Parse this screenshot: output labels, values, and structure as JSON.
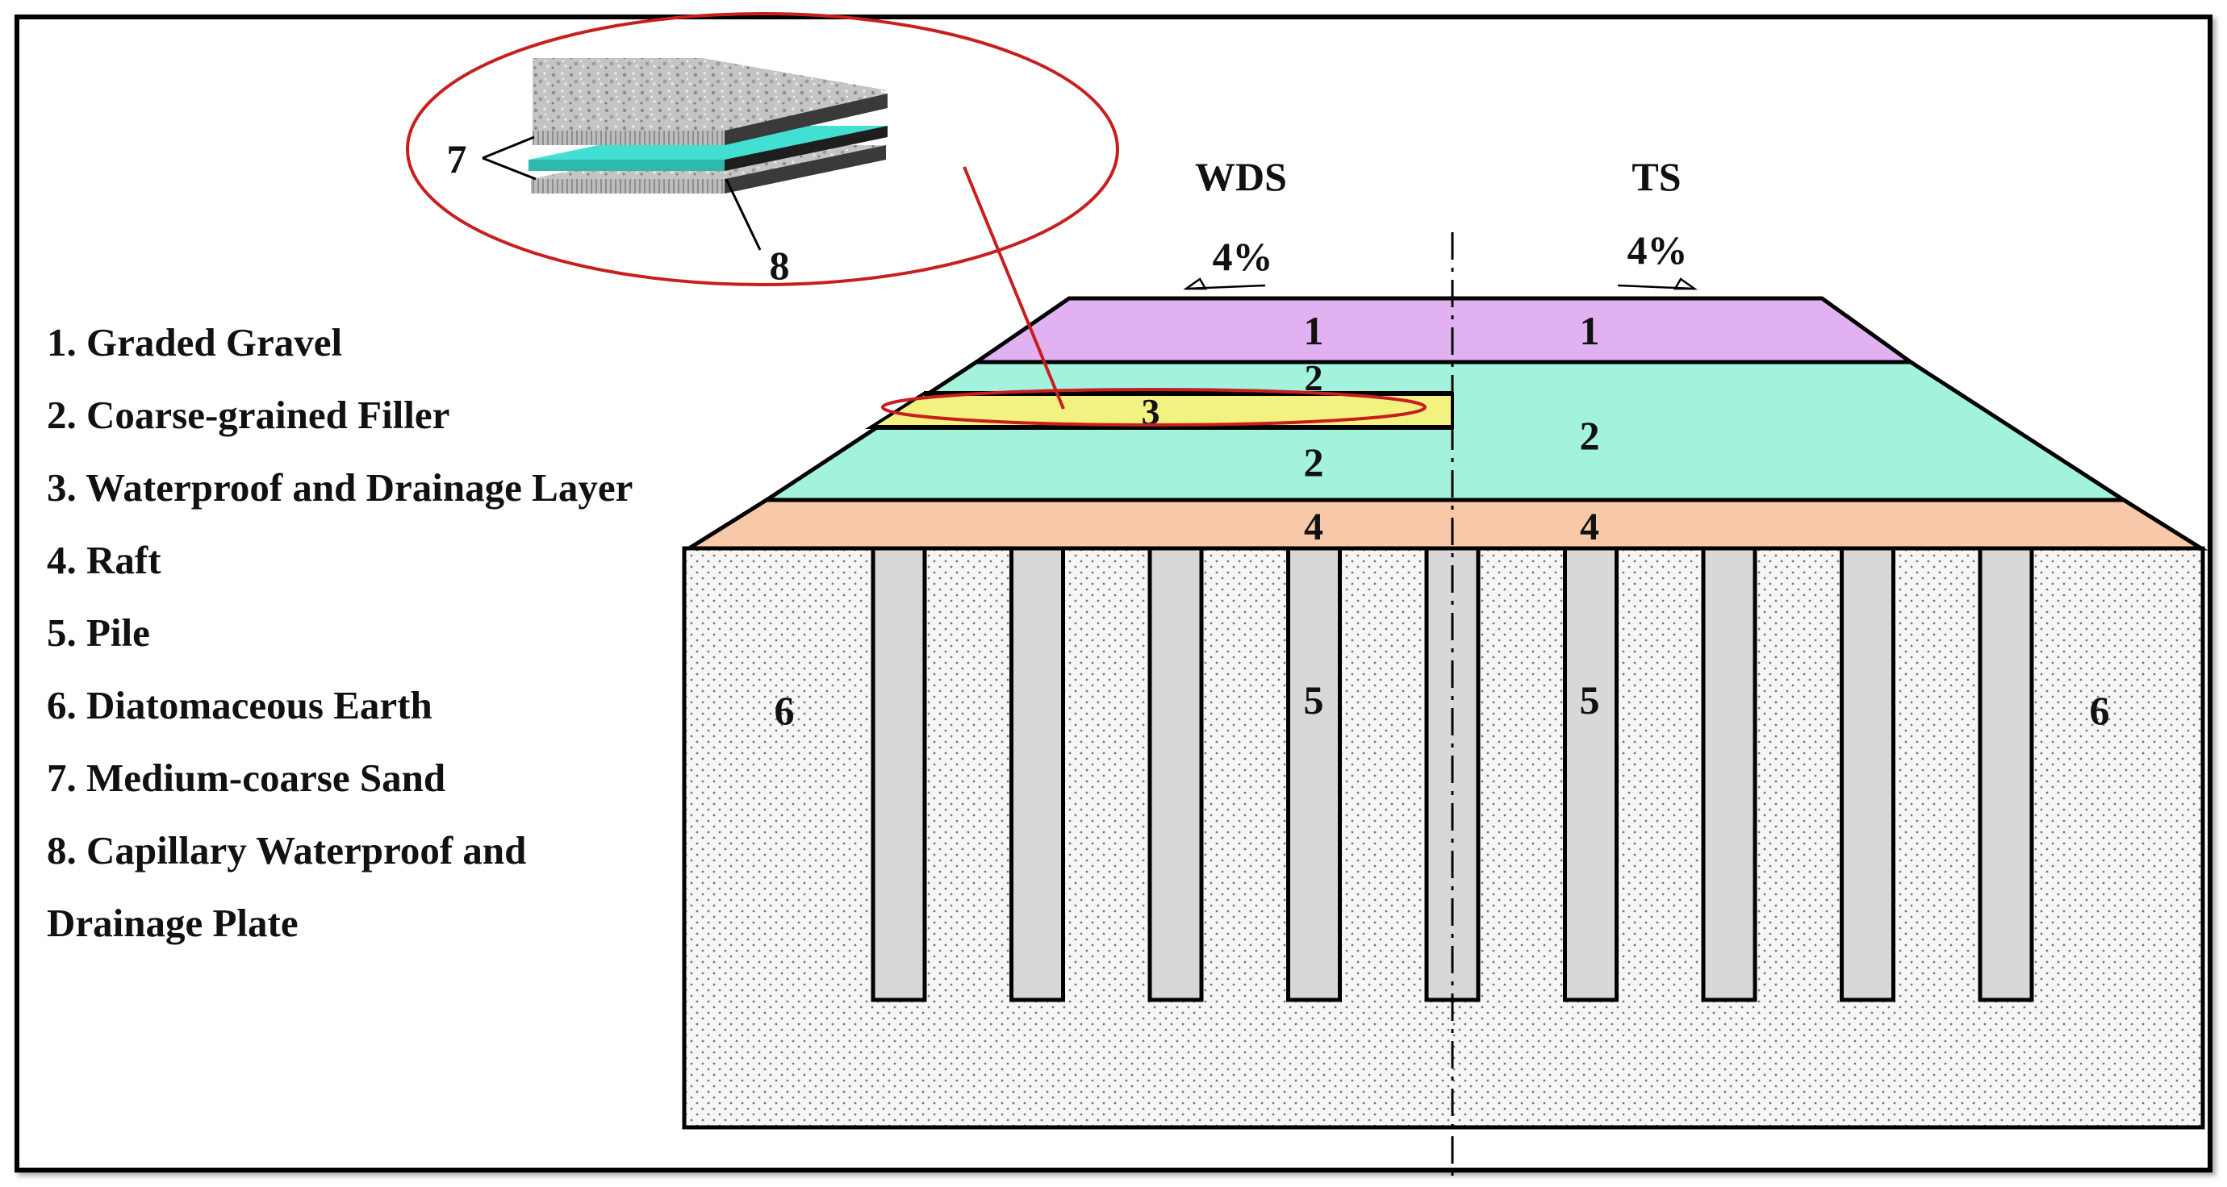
{
  "legend": {
    "items": [
      "1. Graded Gravel",
      "2. Coarse-grained Filler",
      "3. Waterproof  and Drainage Layer",
      "4. Raft",
      "5. Pile",
      "6. Diatomaceous Earth",
      "7. Medium-coarse Sand",
      "8. Capillary Waterproof and",
      "Drainage Plate"
    ]
  },
  "sections": {
    "left": "WDS",
    "right": "TS"
  },
  "slopes": {
    "left": "4%",
    "right": "4%"
  },
  "layer_labels": {
    "gravel_left": "1",
    "gravel_right": "1",
    "filler_upper_left": "2",
    "drainage_layer": "3",
    "filler_lower_left": "2",
    "filler_right": "2",
    "raft_left": "4",
    "raft_right": "4",
    "pile_left": "5",
    "pile_right": "5",
    "earth_left": "6",
    "earth_right": "6"
  },
  "detail_labels": {
    "sand": "7",
    "plate": "8"
  },
  "colors": {
    "graded_gravel": "#e2b1f2",
    "coarse_filler": "#a2f2de",
    "drainage_layer": "#f2f280",
    "raft": "#f7c9a8",
    "pile": "#d8d8d8",
    "earth": "#f4f4f4",
    "highlight": "#c81e1e",
    "plate": "#42e0d2"
  },
  "pile_count": 9
}
